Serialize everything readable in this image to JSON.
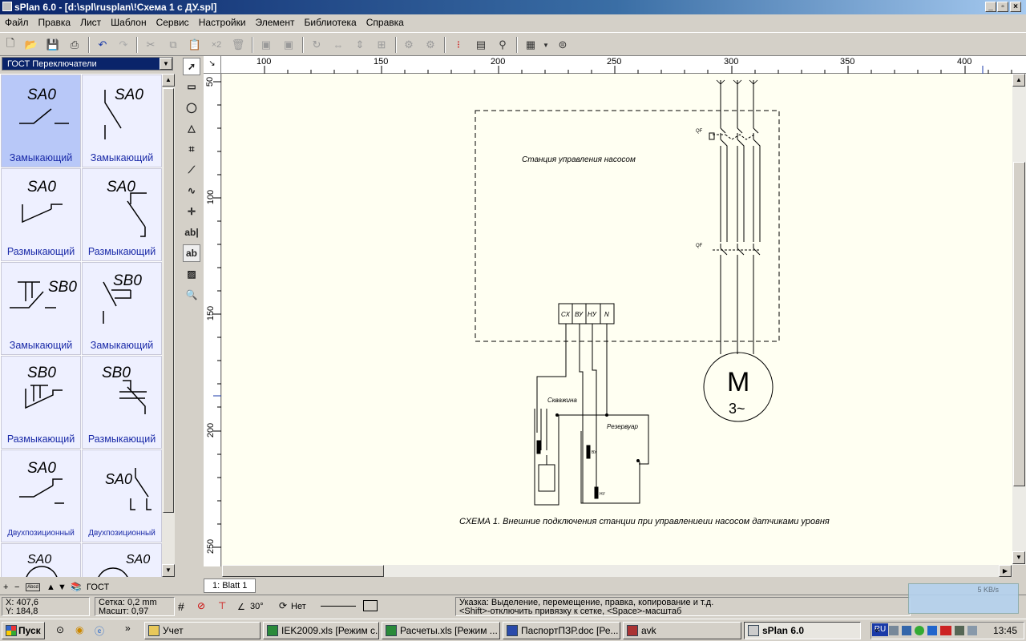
{
  "window": {
    "title": "sPlan 6.0 - [d:\\spl\\rusplan\\!Схема 1 с ДУ.spl]"
  },
  "menu": [
    "Файл",
    "Правка",
    "Лист",
    "Шаблон",
    "Сервис",
    "Настройки",
    "Элемент",
    "Библиотека",
    "Справка"
  ],
  "library": {
    "selected": "ГОСТ Переключатели",
    "items": [
      {
        "sym": "SA0",
        "label": "Замыкающий",
        "small": false
      },
      {
        "sym": "SA0",
        "label": "Замыкающий",
        "small": false
      },
      {
        "sym": "SA0",
        "label": "Размыкающий",
        "small": false
      },
      {
        "sym": "SA0",
        "label": "Размыкающий",
        "small": false
      },
      {
        "sym": "SB0",
        "label": "Замыкающий",
        "small": false
      },
      {
        "sym": "SB0",
        "label": "Замыкающий",
        "small": false
      },
      {
        "sym": "SB0",
        "label": "Размыкающий",
        "small": false
      },
      {
        "sym": "SB0",
        "label": "Размыкающий",
        "small": false
      },
      {
        "sym": "SA0",
        "label": "Двухпозиционный",
        "small": true
      },
      {
        "sym": "SA0",
        "label": "Двухпозиционный",
        "small": true
      },
      {
        "sym": "SA0",
        "label": "",
        "small": false
      },
      {
        "sym": "SA0",
        "label": "",
        "small": false
      }
    ],
    "bar_label": "ГОСТ"
  },
  "toolbox": {
    "text_tool": "ab|",
    "textbox_tool": "ab"
  },
  "ruler": {
    "h_labels": [
      "100",
      "150",
      "200",
      "250",
      "300",
      "350",
      "400"
    ],
    "v_labels": [
      "50",
      "100",
      "150",
      "200",
      "250"
    ]
  },
  "chart_data": {
    "type": "diagram",
    "title": "",
    "station_label": "Станция управления насосом",
    "terminals": [
      "СХ",
      "ВУ",
      "НУ",
      "N"
    ],
    "well_label": "Скважина",
    "tank_label": "Резервуар",
    "breaker_label": "QF",
    "sensor_labels": [
      "ВУ",
      "НУ"
    ],
    "motor_label": "3~",
    "motor_symbol": "M",
    "caption": "СХЕМА 1. Внешние подключения станции при управлениеии насосом датчиками уровня"
  },
  "sheet": {
    "tab": "1: Blatt 1"
  },
  "status": {
    "x": "X: 407,6",
    "y": "Y: 184,8",
    "grid": "Сетка:  0,2 mm",
    "scale": "Масшт:  0,97",
    "angle": "30°",
    "rotate": "Нет",
    "hint1": "Указка: Выделение, перемещение, правка, копирование и т.д.",
    "hint2": "<Shift>-отключить привязку к сетке, <Space>-масштаб",
    "net": "5 KB/s"
  },
  "taskbar": {
    "start": "Пуск",
    "buttons": [
      "Учет",
      "IEK2009.xls  [Режим с...",
      "Расчеты.xls  [Режим ...",
      "ПаспортПЗР.doc [Ре...",
      "avk",
      "sPlan 6.0"
    ],
    "lang": "RU",
    "clock": "13:45"
  },
  "colors": {
    "title_start": "#0a246a",
    "selection": "#b8c8f8",
    "palette_bg": "#eef0ff",
    "canvas_bg": "#fffff2",
    "label": "#1a2aa8"
  }
}
